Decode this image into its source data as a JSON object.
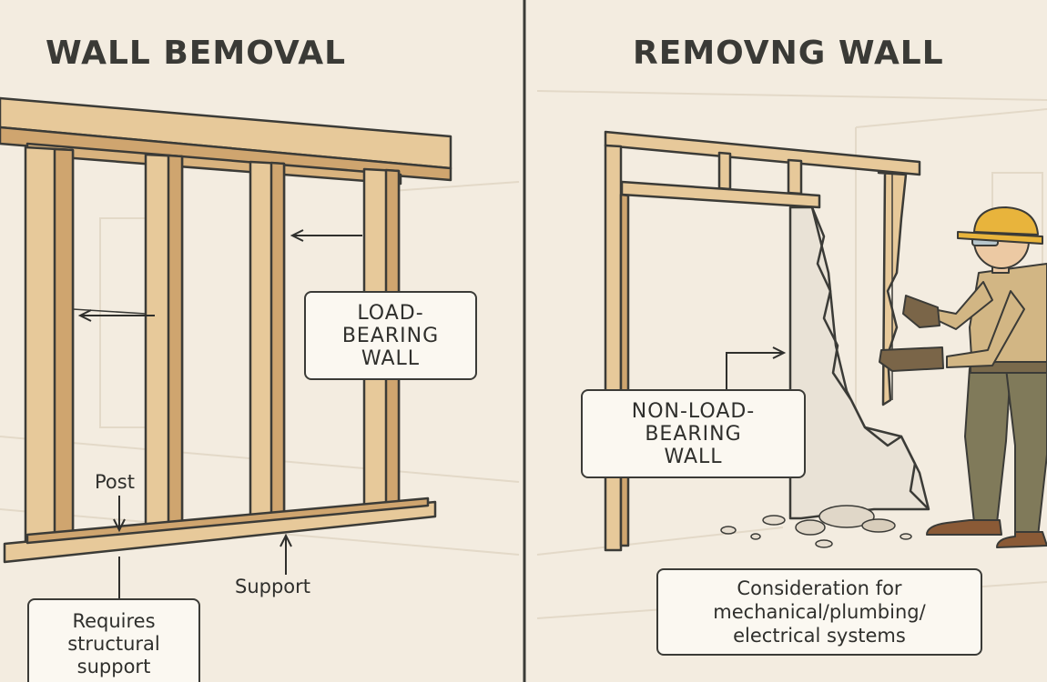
{
  "left_panel": {
    "title": "WALL BEMOVAL",
    "load_bearing_label": "LOAD-\nBEARING\nWALL",
    "post_label": "Post",
    "support_label": "Support",
    "structural_note": "Requires\nstructural\nsupport"
  },
  "right_panel": {
    "title": "REMOVNG WALL",
    "non_load_bearing_label": "NON-LOAD-\nBEARING\nWALL",
    "systems_note": "Consideration for\nmechanical/plumbing/\nelectrical systems"
  },
  "colors": {
    "background": "#f3ece0",
    "wood": "#e7c99a",
    "wood_shade": "#cfa56f",
    "outline": "#3b3b37",
    "helmet": "#e8b43c",
    "shirt": "#d2b684",
    "pants": "#807a5a",
    "drywall": "#e9e2d6"
  },
  "icons": [
    "arrow-icon",
    "hard-hat-worker",
    "wall-frame",
    "rubble"
  ]
}
